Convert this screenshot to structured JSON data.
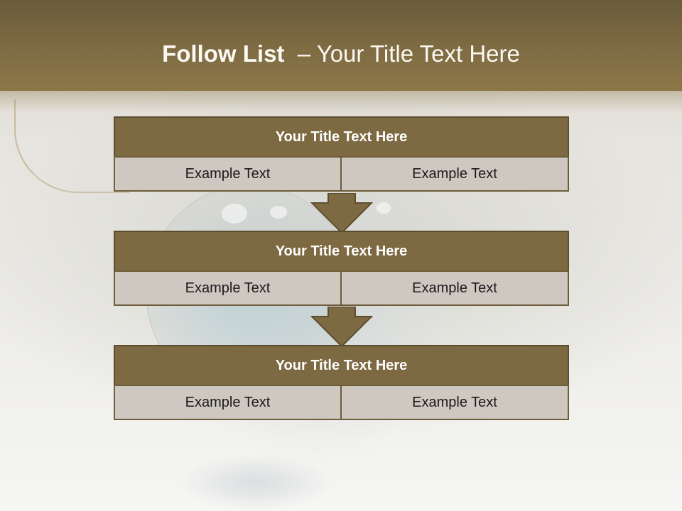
{
  "slide": {
    "title_bold": "Follow List",
    "title_rest": "– Your Title Text Here"
  },
  "steps": [
    {
      "title": "Your Title Text Here",
      "left": "Example Text",
      "right": "Example Text"
    },
    {
      "title": "Your Title Text Here",
      "left": "Example Text",
      "right": "Example Text"
    },
    {
      "title": "Your Title Text Here",
      "left": "Example Text",
      "right": "Example Text"
    }
  ],
  "colors": {
    "header": "#7f6c44",
    "step_title_fill": "#7d6a42",
    "step_border": "#5c4d2e",
    "cell_fill": "#cfc8c1",
    "arrow_fill": "#7d6a42"
  }
}
